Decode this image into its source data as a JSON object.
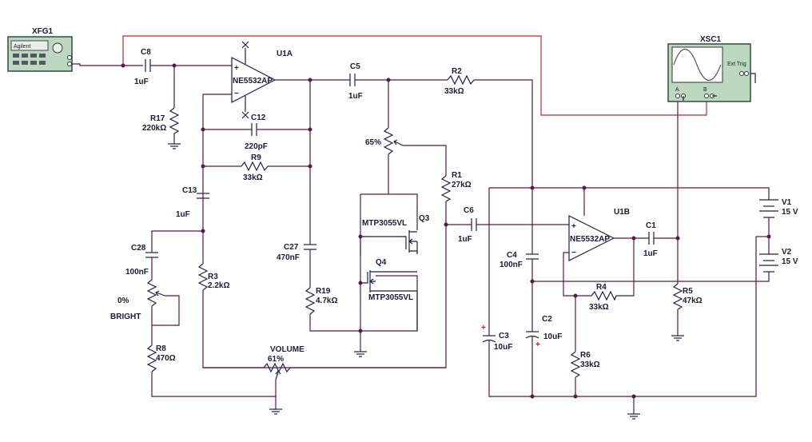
{
  "instruments": {
    "function_generator": {
      "ref": "XFG1",
      "brand": "Agilent"
    },
    "oscilloscope": {
      "ref": "XSC1",
      "trigger_label": "Ext Trig",
      "channel_a": "A",
      "channel_b": "B"
    }
  },
  "opamps": [
    {
      "ref": "U1A",
      "model": "NE5532AP"
    },
    {
      "ref": "U1B",
      "model": "NE5532AP"
    }
  ],
  "mosfets": [
    {
      "ref": "Q3",
      "model": "MTP3055VL"
    },
    {
      "ref": "Q4",
      "model": "MTP3055VL"
    }
  ],
  "potentiometers": [
    {
      "setting": "65%"
    },
    {
      "setting": "0%",
      "label": "BRIGHT"
    },
    {
      "setting": "61%",
      "label": "VOLUME"
    }
  ],
  "resistors": [
    {
      "ref": "R17",
      "value": "220kΩ"
    },
    {
      "ref": "R9",
      "value": "33kΩ"
    },
    {
      "ref": "R2",
      "value": "33kΩ"
    },
    {
      "ref": "R1",
      "value": "27kΩ"
    },
    {
      "ref": "R3",
      "value": "2.2kΩ"
    },
    {
      "ref": "R19",
      "value": "4.7kΩ"
    },
    {
      "ref": "R8",
      "value": "470Ω"
    },
    {
      "ref": "R4",
      "value": "33kΩ"
    },
    {
      "ref": "R5",
      "value": "47kΩ"
    },
    {
      "ref": "R6",
      "value": "33kΩ"
    }
  ],
  "capacitors": [
    {
      "ref": "C8",
      "value": "1uF"
    },
    {
      "ref": "C12",
      "value": "220pF"
    },
    {
      "ref": "C5",
      "value": "1uF"
    },
    {
      "ref": "C13",
      "value": "1uF"
    },
    {
      "ref": "C28",
      "value": "100nF"
    },
    {
      "ref": "C27",
      "value": "470nF"
    },
    {
      "ref": "C6",
      "value": "1uF"
    },
    {
      "ref": "C4",
      "value": "100nF"
    },
    {
      "ref": "C1",
      "value": "1uF"
    },
    {
      "ref": "C3",
      "value": "10uF"
    },
    {
      "ref": "C2",
      "value": "10uF"
    }
  ],
  "sources": [
    {
      "ref": "V1",
      "value": "15 V"
    },
    {
      "ref": "V2",
      "value": "15 V"
    }
  ],
  "pin_symbols": {
    "plus": "+",
    "minus": "−"
  }
}
